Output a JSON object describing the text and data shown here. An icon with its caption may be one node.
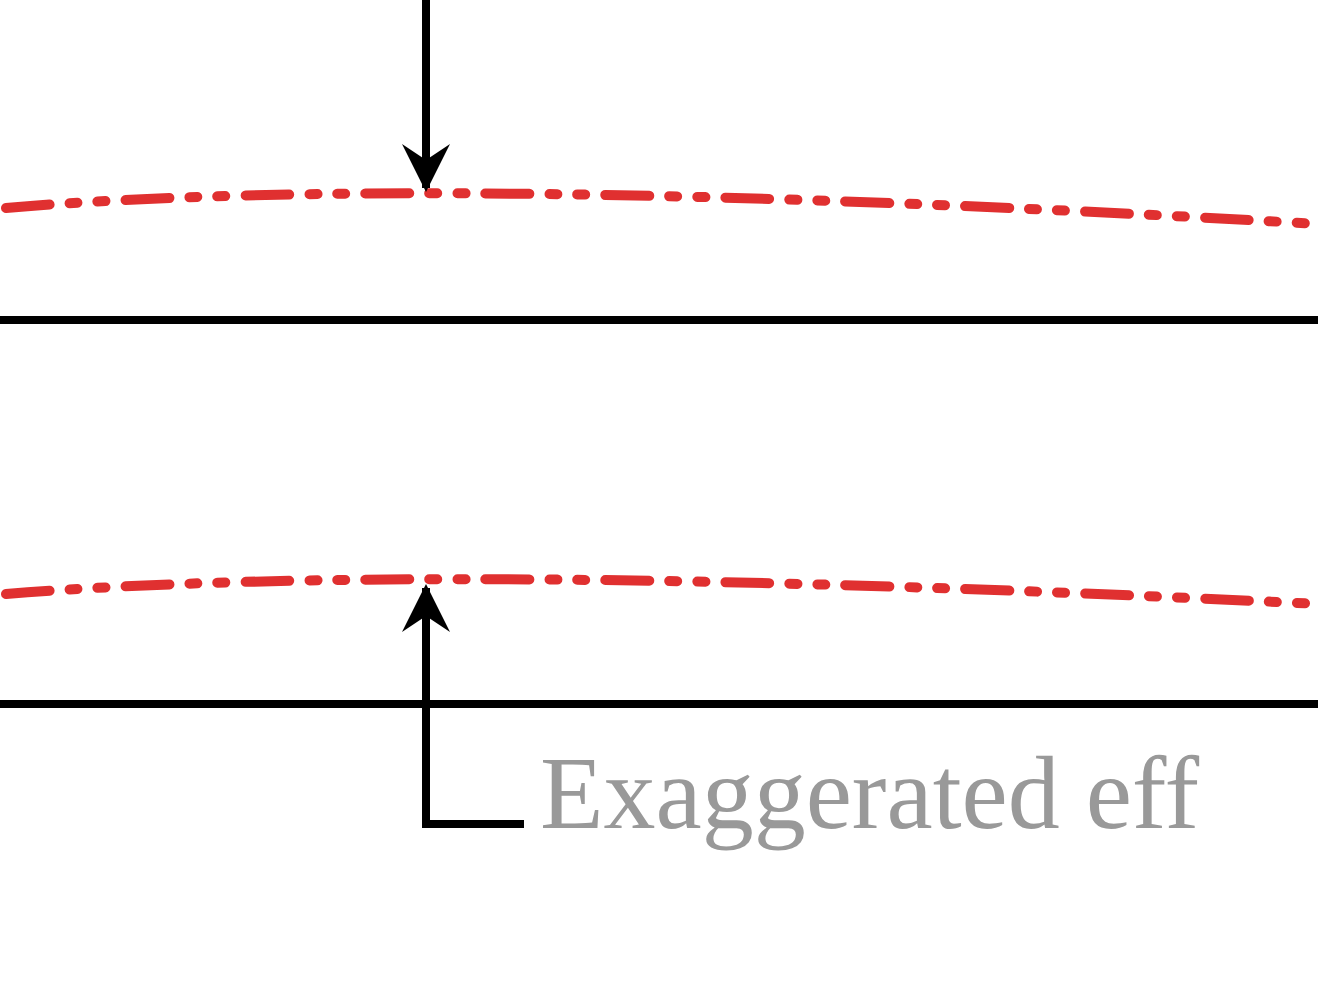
{
  "diagram": {
    "nodes": [
      {
        "text": [],
        "shape": "curve"
      },
      {
        "text": [
          "Exaggerated eff"
        ]
      }
    ],
    "edges": [
      {
        "from": 1,
        "to": 0,
        "arrow": "to"
      }
    ]
  }
}
